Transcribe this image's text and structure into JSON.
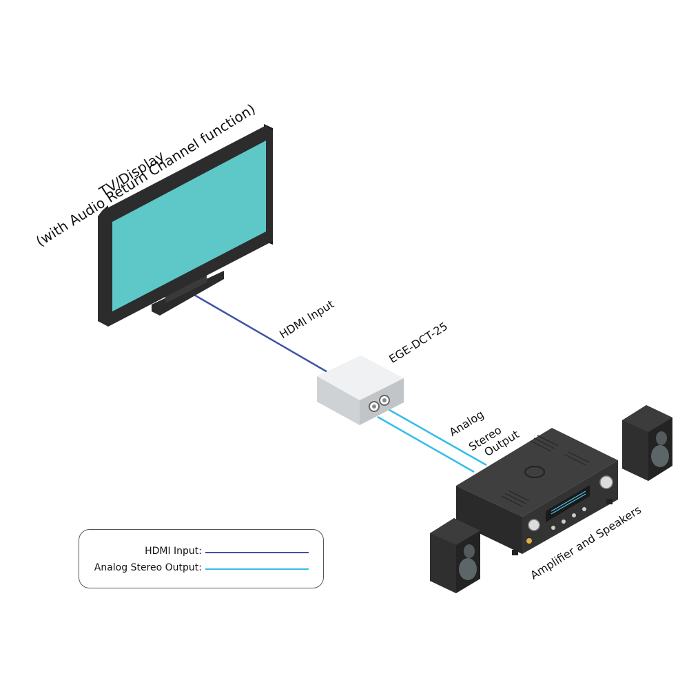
{
  "labels": {
    "tv_line1": "TV/Display",
    "tv_line2": "(with Audio Return Channel function)",
    "hdmi_input": "HDMI Input",
    "device": "EGE-DCT-25",
    "analog_line1": "Analog",
    "analog_line2": "Stereo",
    "analog_line3": "Output",
    "amplifier": "Amplifier and Speakers"
  },
  "legend": {
    "items": [
      {
        "label": "HDMI Input:",
        "color": "#3d54a4"
      },
      {
        "label": "Analog Stereo Output:",
        "color": "#31bdec"
      }
    ]
  },
  "colors": {
    "hdmi": "#3d54a4",
    "analog": "#31bdec",
    "screen": "#5ec7c8"
  }
}
